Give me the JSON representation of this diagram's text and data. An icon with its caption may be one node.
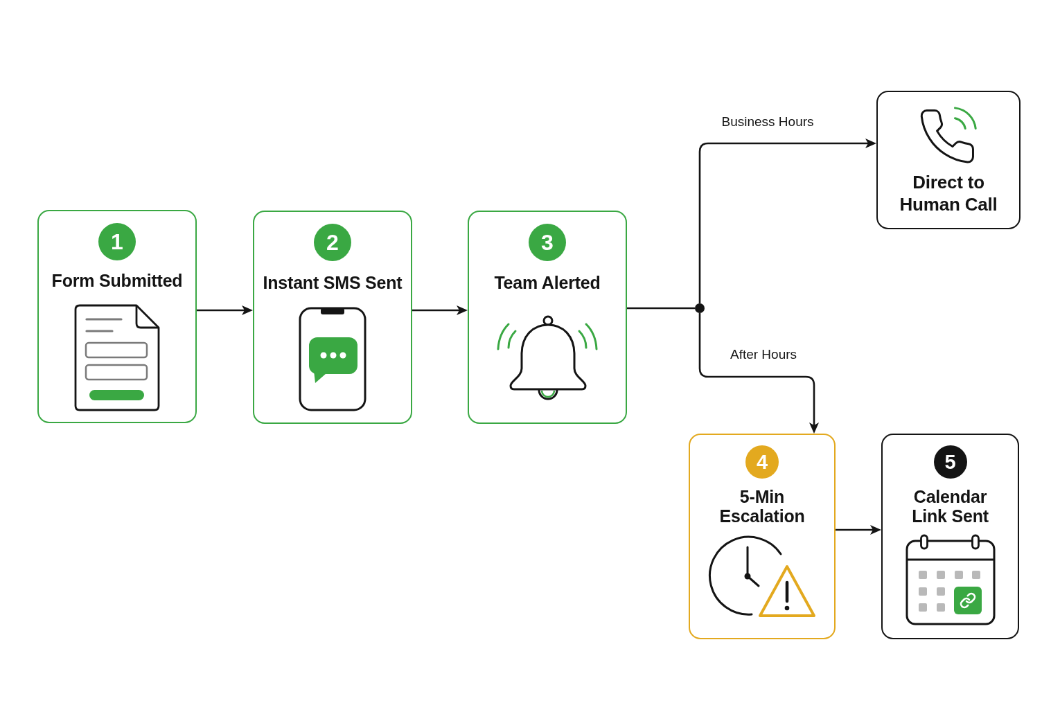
{
  "diagram": {
    "nodes": [
      {
        "text": [
          "1",
          "Form Submitted"
        ]
      },
      {
        "text": [
          "2",
          "Instant SMS Sent"
        ]
      },
      {
        "text": [
          "3",
          "Team Alerted"
        ]
      },
      {
        "text": [],
        "shape": "circle"
      },
      {
        "text": [
          "Direct to Human Call"
        ]
      },
      {
        "text": [
          "4",
          "5-Min Escalation"
        ]
      },
      {
        "text": [
          "5",
          "Calendar Link Sent"
        ]
      }
    ],
    "edges": [
      {
        "from": 0,
        "to": 1,
        "arrow": "to"
      },
      {
        "from": 1,
        "to": 2,
        "arrow": "to"
      },
      {
        "from": 2,
        "to": 3,
        "arrow": "none"
      },
      {
        "from": 3,
        "to": 4,
        "arrow": "to",
        "label": "Business Hours"
      },
      {
        "from": 3,
        "to": 5,
        "arrow": "to",
        "label": "After Hours"
      },
      {
        "from": 5,
        "to": 6,
        "arrow": "to"
      }
    ]
  }
}
